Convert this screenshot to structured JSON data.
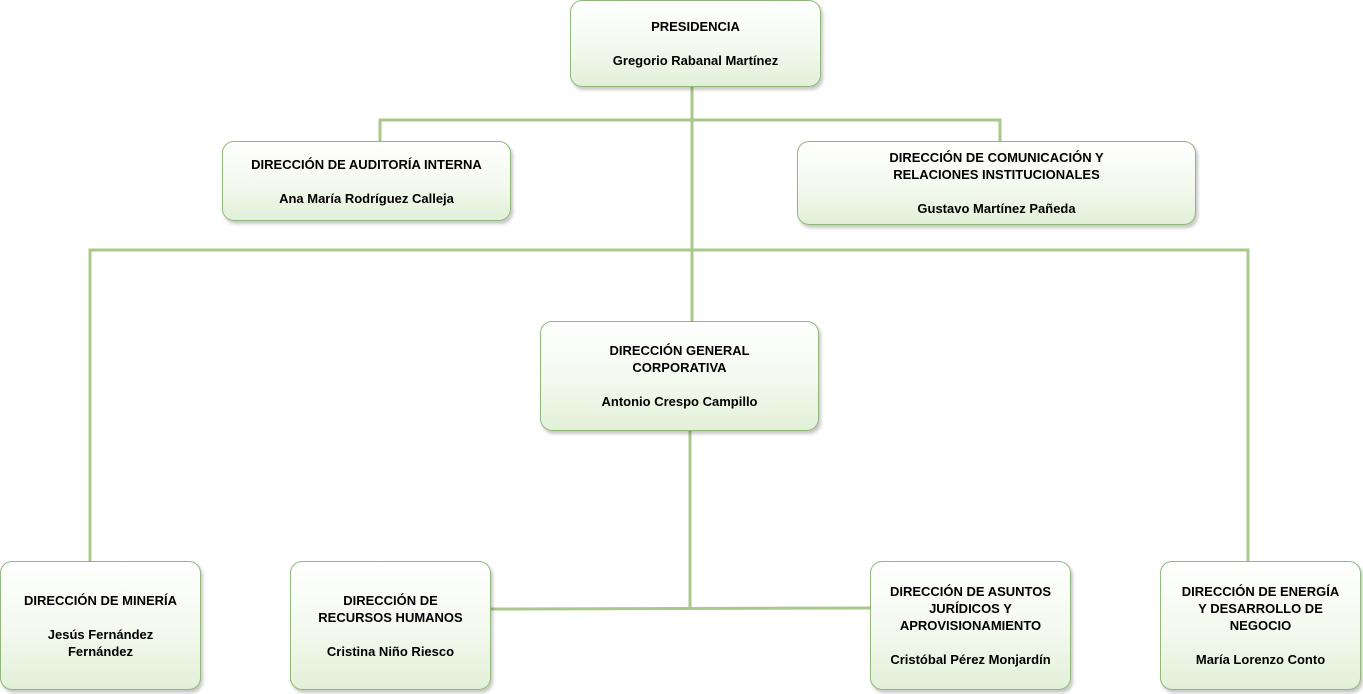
{
  "colors": {
    "connector": "#a9c98a",
    "node_border": "#8fb87a",
    "node_fill_top": "#ffffff",
    "node_fill_bottom": "#e2f0d8"
  },
  "nodes": {
    "presidencia": {
      "title": "PRESIDENCIA",
      "person": "Gregorio Rabanal Martínez"
    },
    "auditoria": {
      "title": "DIRECCIÓN DE AUDITORÍA INTERNA",
      "person": "Ana María Rodríguez Calleja"
    },
    "comunicacion": {
      "title": "DIRECCIÓN DE COMUNICACIÓN Y\nRELACIONES INSTITUCIONALES",
      "person": "Gustavo Martínez Pañeda"
    },
    "general": {
      "title": "DIRECCIÓN GENERAL\nCORPORATIVA",
      "person": "Antonio Crespo Campillo"
    },
    "mineria": {
      "title": "DIRECCIÓN DE MINERÍA",
      "person": "Jesús Fernández\nFernández"
    },
    "rrhh": {
      "title": "DIRECCIÓN DE\nRECURSOS HUMANOS",
      "person": "Cristina Niño Riesco"
    },
    "juridicos": {
      "title": "DIRECCIÓN DE ASUNTOS\nJURÍDICOS Y\nAPROVISIONAMIENTO",
      "person": "Cristóbal Pérez Monjardín"
    },
    "energia": {
      "title": "DIRECCIÓN DE ENERGÍA\nY DESARROLLO DE\nNEGOCIO",
      "person": "María Lorenzo Conto"
    }
  }
}
